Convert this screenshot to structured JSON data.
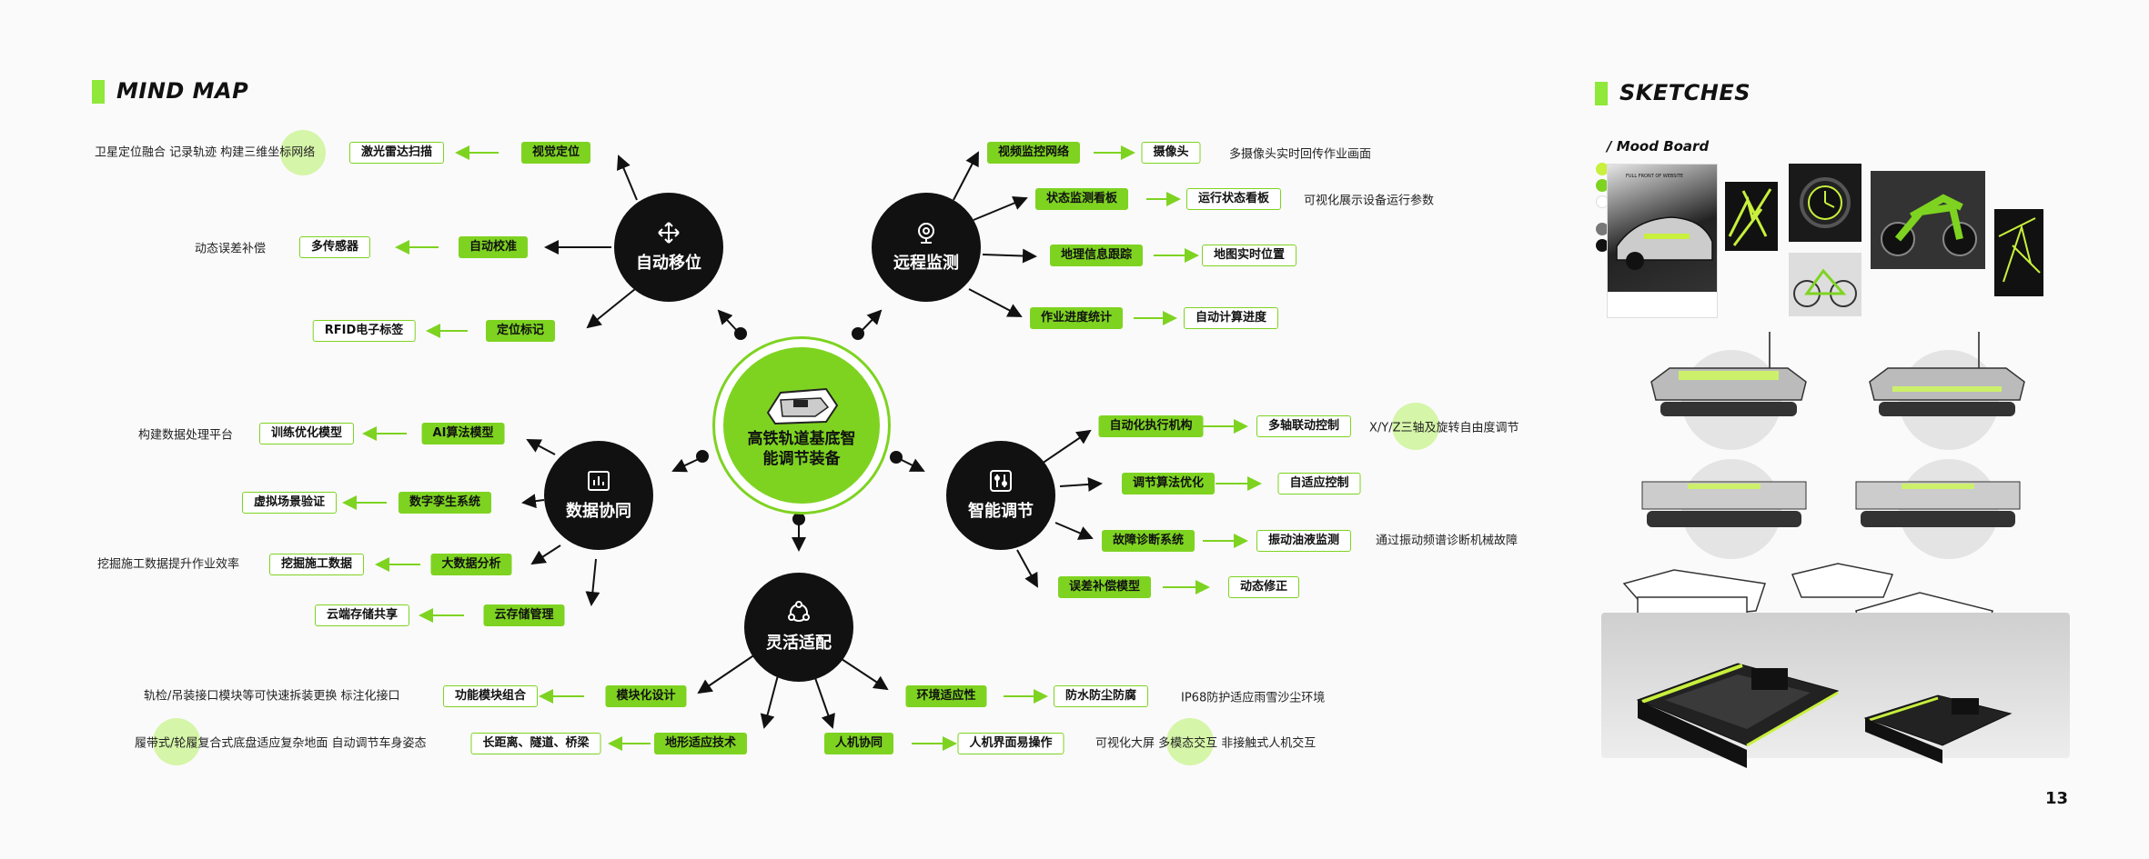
{
  "mind_map": {
    "title": "MIND MAP",
    "center": {
      "line1": "高铁轨道基底智",
      "line2": "能调节装备"
    },
    "hubs": {
      "auto_shift": "自动移位",
      "remote_monitor": "远程监测",
      "data_sync": "数据协同",
      "smart_adjust": "智能调节",
      "flex_adapt": "灵活适配"
    },
    "tags": {
      "visual_locate": "视觉定位",
      "laser_radar": "激光雷达扫描",
      "note_laser": "卫星定位融合 记录轨迹 构建三维坐标网络",
      "auto_calib": "自动校准",
      "multi_sensor": "多传感器",
      "note_sensor": "动态误差补偿",
      "locate_mark": "定位标记",
      "rfid": "RFID电子标签",
      "video_net": "视频监控网络",
      "camera": "摄像头",
      "note_camera": "多摄像头实时回传作业画面",
      "status_board": "状态监测看板",
      "run_board": "运行状态看板",
      "note_board": "可视化展示设备运行参数",
      "geo_track": "地理信息跟踪",
      "map_pos": "地图实时位置",
      "progress": "作业进度统计",
      "auto_progress": "自动计算进度",
      "ai_model": "AI算法模型",
      "train_model": "训练优化模型",
      "note_train": "构建数据处理平台",
      "twin": "数字孪生系统",
      "virtual": "虚拟场景验证",
      "bigdata": "大数据分析",
      "mining": "挖掘施工数据",
      "note_mining": "挖掘施工数据提升作业效率",
      "cloud": "云存储管理",
      "cloud_share": "云端存储共享",
      "auto_exec": "自动化执行机构",
      "multi_axis": "多轴联动控制",
      "note_axis": "X/Y/Z三轴及旋转自由度调节",
      "algo_opt": "调节算法优化",
      "adaptive": "自适应控制",
      "fault_diag": "故障诊断系统",
      "vibration": "振动油液监测",
      "note_vibration": "通过振动频谱诊断机械故障",
      "error_comp": "误差补偿模型",
      "dyn_fix": "动态修正",
      "modular": "模块化设计",
      "func_combo": "功能模块组合",
      "note_func": "轨检/吊装接口模块等可快速拆装更换  标注化接口",
      "env_adapt": "环境适应性",
      "waterproof": "防水防尘防腐",
      "note_water": "IP68防护适应雨雪沙尘环境",
      "hmi": "人机协同",
      "hmi_op": "人机界面易操作",
      "note_hmi": "可视化大屏 多模态交互 非接触式人机交互",
      "terrain": "地形适应技术",
      "long_dist": "长距离、隧道、桥梁",
      "note_terrain": "履带式/轮履复合式底盘适应复杂地面  自动调节车身姿态"
    }
  },
  "sketches": {
    "title": "SKETCHES",
    "mood_board": "/ Mood Board",
    "poster_caption": "FULL FRONT OF WEBSITE",
    "swatches": [
      "#c8f03c",
      "#7ed321",
      "#bbbbbb",
      "#777777",
      "#111111"
    ]
  },
  "page_number": "13",
  "colors": {
    "accent": "#7ed321",
    "dark": "#111111"
  }
}
